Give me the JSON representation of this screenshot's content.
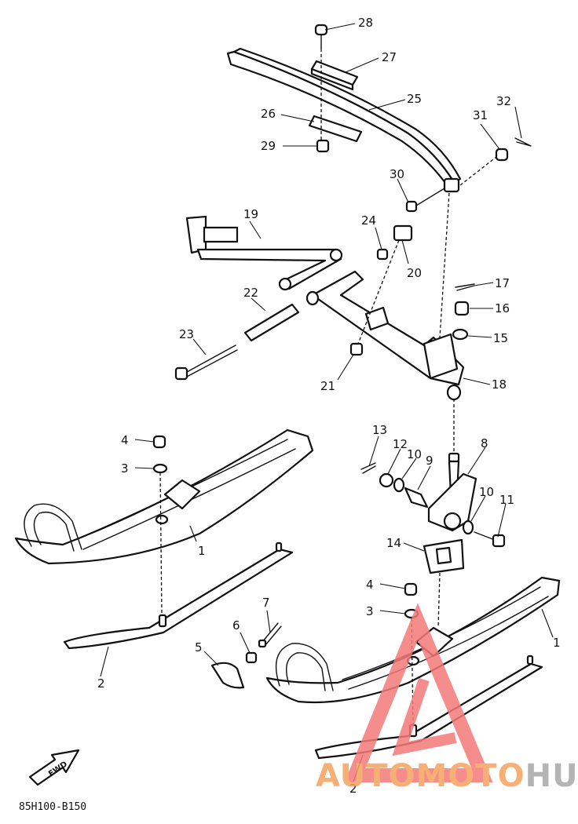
{
  "diagram_code": "85H100-B150",
  "fwd_label": "FWD",
  "callouts": [
    "1",
    "1",
    "2",
    "2",
    "3",
    "3",
    "4",
    "4",
    "5",
    "6",
    "7",
    "8",
    "9",
    "10",
    "10",
    "11",
    "12",
    "13",
    "14",
    "15",
    "16",
    "17",
    "18",
    "19",
    "20",
    "21",
    "22",
    "23",
    "24",
    "25",
    "26",
    "27",
    "28",
    "29",
    "30",
    "31",
    "32"
  ],
  "watermark": {
    "part1": "AUTOMOTO",
    "part2": "HUB",
    "color_primary": "#f5a25c",
    "color_secondary": "#a8a8a8",
    "triangle_color": "#f47a7a"
  }
}
